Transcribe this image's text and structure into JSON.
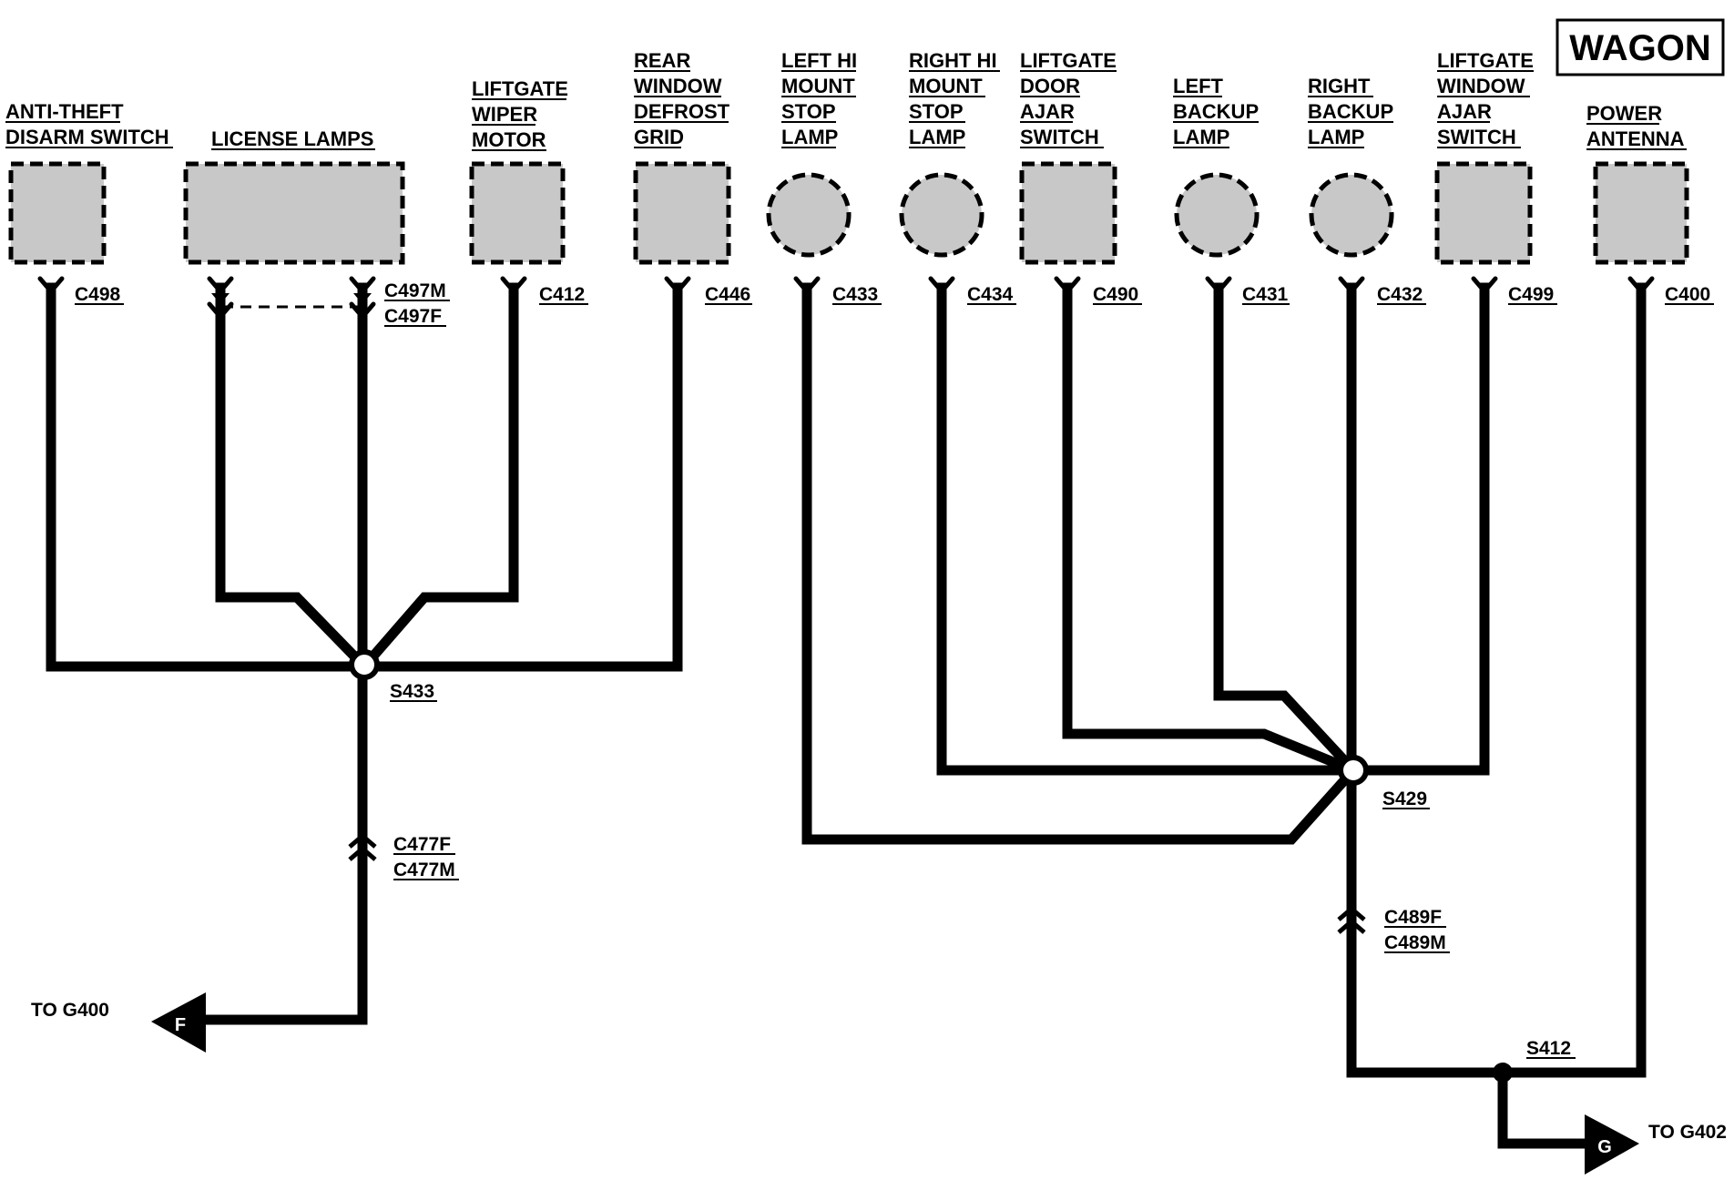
{
  "title": "WAGON",
  "components": [
    {
      "id": "antitheft",
      "label_lines": [
        "ANTI-THEFT",
        "DISARM SWITCH"
      ],
      "shape": "rect",
      "connector": "C498"
    },
    {
      "id": "license",
      "label_lines": [
        "LICENSE LAMPS"
      ],
      "shape": "rect",
      "connector": "C497M",
      "connector2": "C497F"
    },
    {
      "id": "wiper",
      "label_lines": [
        "LIFTGATE",
        "WIPER",
        "MOTOR"
      ],
      "shape": "rect",
      "connector": "C412"
    },
    {
      "id": "defrost",
      "label_lines": [
        "REAR",
        "WINDOW",
        "DEFROST",
        "GRID"
      ],
      "shape": "rect",
      "connector": "C446"
    },
    {
      "id": "lhms",
      "label_lines": [
        "LEFT HI",
        "MOUNT",
        "STOP",
        "LAMP"
      ],
      "shape": "circle",
      "connector": "C433"
    },
    {
      "id": "rhms",
      "label_lines": [
        "RIGHT HI",
        "MOUNT",
        "STOP",
        "LAMP"
      ],
      "shape": "circle",
      "connector": "C434"
    },
    {
      "id": "doorajar",
      "label_lines": [
        "LIFTGATE",
        "DOOR",
        "AJAR",
        "SWITCH"
      ],
      "shape": "rect",
      "connector": "C490"
    },
    {
      "id": "lbackup",
      "label_lines": [
        "LEFT",
        "BACKUP",
        "LAMP"
      ],
      "shape": "circle",
      "connector": "C431"
    },
    {
      "id": "rbackup",
      "label_lines": [
        "RIGHT",
        "BACKUP",
        "LAMP"
      ],
      "shape": "circle",
      "connector": "C432"
    },
    {
      "id": "windowajar",
      "label_lines": [
        "LIFTGATE",
        "WINDOW",
        "AJAR",
        "SWITCH"
      ],
      "shape": "rect",
      "connector": "C499"
    },
    {
      "id": "antenna",
      "label_lines": [
        "POWER",
        "ANTENNA"
      ],
      "shape": "rect",
      "connector": "C400"
    }
  ],
  "splices": {
    "s433": "S433",
    "s429": "S429",
    "s412": "S412"
  },
  "inline_connectors": {
    "c477": [
      "C477F",
      "C477M"
    ],
    "c489": [
      "C489F",
      "C489M"
    ]
  },
  "grounds": {
    "g400": {
      "text": "TO G400",
      "letter": "F"
    },
    "g402": {
      "text": "TO G402",
      "letter": "G"
    }
  }
}
